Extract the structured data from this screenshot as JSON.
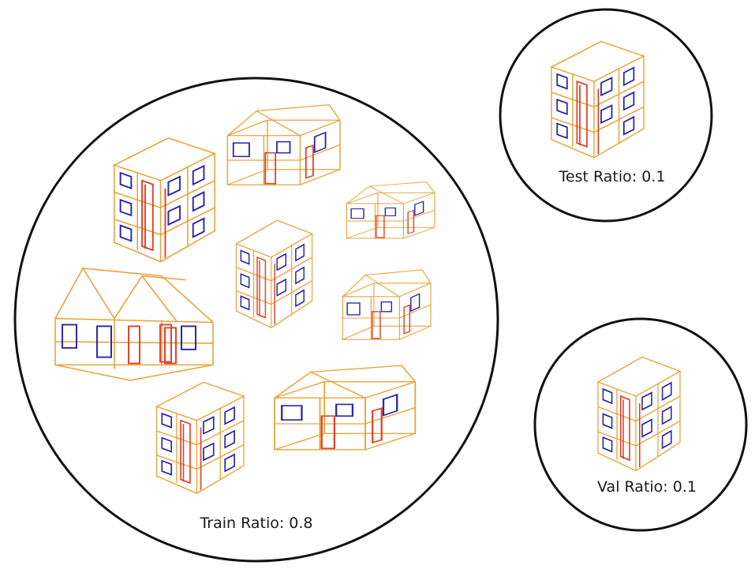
{
  "labels": {
    "train": "Train Ratio: 0.8",
    "test": "Test Ratio: 0.1",
    "val": "Val Ratio: 0.1"
  },
  "colors": {
    "frame": "#e8a33a",
    "window": "#2a2aa8",
    "door": "#e0452a",
    "outline": "#111111"
  },
  "icons": [
    "house-wireframe-icon",
    "tower-wireframe-icon"
  ]
}
